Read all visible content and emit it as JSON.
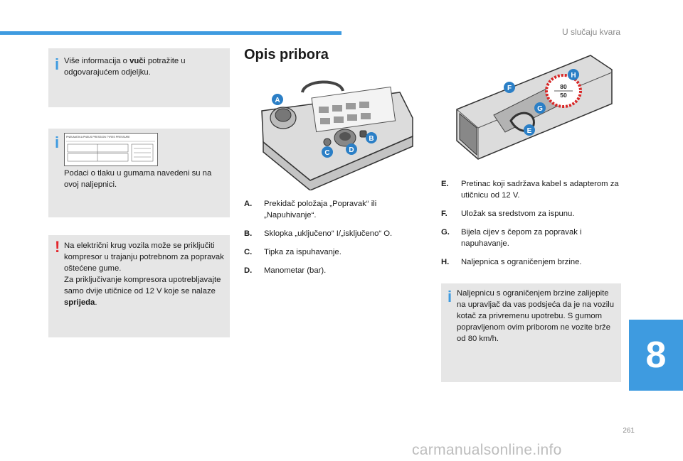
{
  "header": {
    "section": "U slučaju kvara"
  },
  "box1": {
    "pre": "Više informacija o ",
    "bold": "vuči",
    "post": " potražite u odgovarajućem odjeljku."
  },
  "box2": {
    "text": "Podaci o tlaku u gumama navedeni su na ovoj naljepnici.",
    "label_title": "PNEUMATIKA PNEUS PRESSION TYRES PRESSURE"
  },
  "box3": {
    "line1": "Na električni krug vozila može se priključiti kompresor u trajanju potrebnom za popravak oštećene gume.",
    "line2_pre": "Za priključivanje kompresora upotrebljavajte samo dvije utičnice od 12 V koje se nalaze ",
    "line2_bold": "sprijeda",
    "line2_post": "."
  },
  "title": "Opis pribora",
  "callouts": {
    "A": "A",
    "B": "B",
    "C": "C",
    "D": "D",
    "E": "E",
    "F": "F",
    "G": "G",
    "H": "H"
  },
  "speed_sign": {
    "top": "80",
    "bottom": "50"
  },
  "list_left": [
    {
      "key": "A.",
      "text": "Prekidač položaja „Popravak“ ili „Napuhivanje“."
    },
    {
      "key": "B.",
      "text": "Sklopka „uključeno“ I/„isključeno“ O."
    },
    {
      "key": "C.",
      "text": "Tipka za ispuhavanje."
    },
    {
      "key": "D.",
      "text": "Manometar (bar)."
    }
  ],
  "list_right": [
    {
      "key": "E.",
      "text": "Pretinac koji sadržava kabel s adapterom za utičnicu od 12 V."
    },
    {
      "key": "F.",
      "text": "Uložak sa sredstvom za ispunu."
    },
    {
      "key": "G.",
      "text": "Bijela cijev s čepom za popravak i napuhavanje."
    },
    {
      "key": "H.",
      "text": "Naljepnica s ograničenjem brzine."
    }
  ],
  "box4": {
    "text": "Naljepnicu s ograničenjem brzine zalijepite na upravljač da vas podsjeća da je na vozilu kotač za privremenu upotrebu. S gumom popravljenom ovim priborom ne vozite brže od 80 km/h."
  },
  "chapter": "8",
  "page_number": "261",
  "watermark": "carmanualsonline.info",
  "colors": {
    "accent": "#3e9be0",
    "warning": "#e3262c",
    "box": "#e6e6e6",
    "callout": "#2b7fc6"
  }
}
